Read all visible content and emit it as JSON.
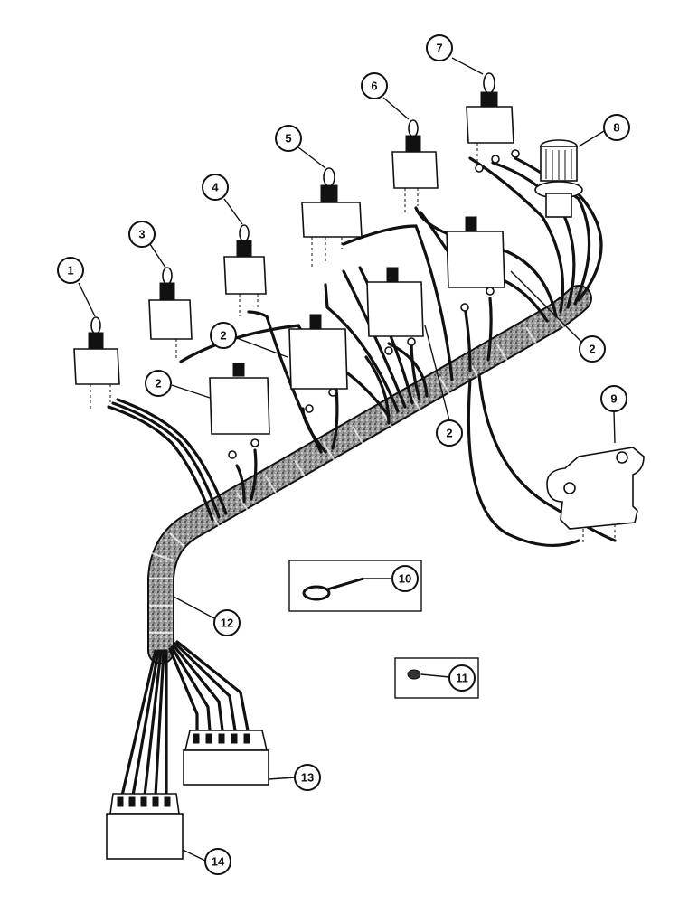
{
  "callouts": [
    {
      "label": "1"
    },
    {
      "label": "3"
    },
    {
      "label": "4"
    },
    {
      "label": "5"
    },
    {
      "label": "6"
    },
    {
      "label": "7"
    },
    {
      "label": "8"
    },
    {
      "label": "2"
    },
    {
      "label": "2"
    },
    {
      "label": "2"
    },
    {
      "label": "2"
    },
    {
      "label": "9"
    },
    {
      "label": "10"
    },
    {
      "label": "11"
    },
    {
      "label": "12"
    },
    {
      "label": "13"
    },
    {
      "label": "14"
    }
  ],
  "colors": {
    "ink": "#111111",
    "paper": "#ffffff",
    "loom": "#8a8a8a"
  }
}
